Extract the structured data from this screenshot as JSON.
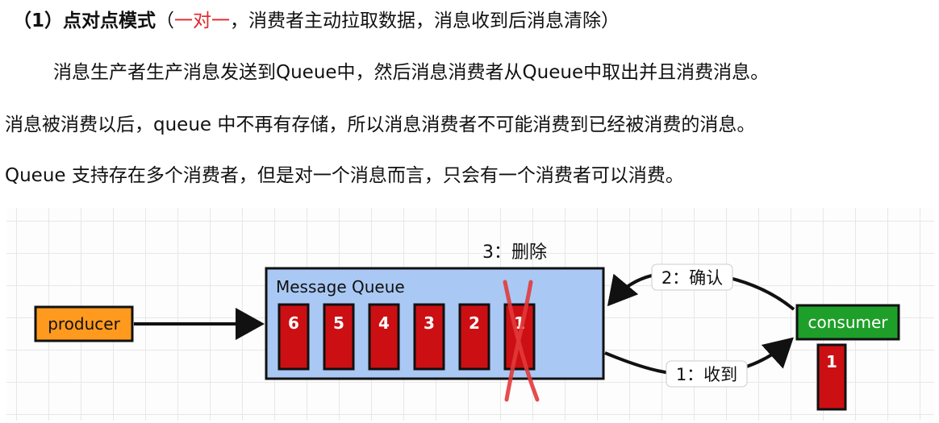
{
  "heading": {
    "prefix": "（1）",
    "title": "点对点模式",
    "open_paren": "（",
    "highlight": "一对一",
    "rest": "，消费者主动拉取数据，消息收到后消息清除）"
  },
  "paragraphs": [
    "消息生产者生产消息发送到Queue中，然后消息消费者从Queue中取出并且消费消息。",
    "消息被消费以后，queue 中不再有存储，所以消息消费者不可能消费到已经被消费的消息。",
    "Queue 支持存在多个消费者，但是对一个消息而言，只会有一个消费者可以消费。"
  ],
  "diagram": {
    "producer_label": "producer",
    "queue_title": "Message Queue",
    "messages": [
      "6",
      "5",
      "4",
      "3",
      "2",
      "1"
    ],
    "deleted_message": "1",
    "consumer_label": "consumer",
    "consumed_message": "1",
    "step_delete": "3：删除",
    "step_confirm": "2：确认",
    "step_receive": "1：收到"
  },
  "colors": {
    "highlight_red": "#e0262a",
    "producer_fill": "#ff9a1f",
    "queue_fill": "#a9c8f4",
    "message_fill": "#cc0f13",
    "consumer_fill": "#1e9f29",
    "cross_red": "#e23a3a"
  }
}
